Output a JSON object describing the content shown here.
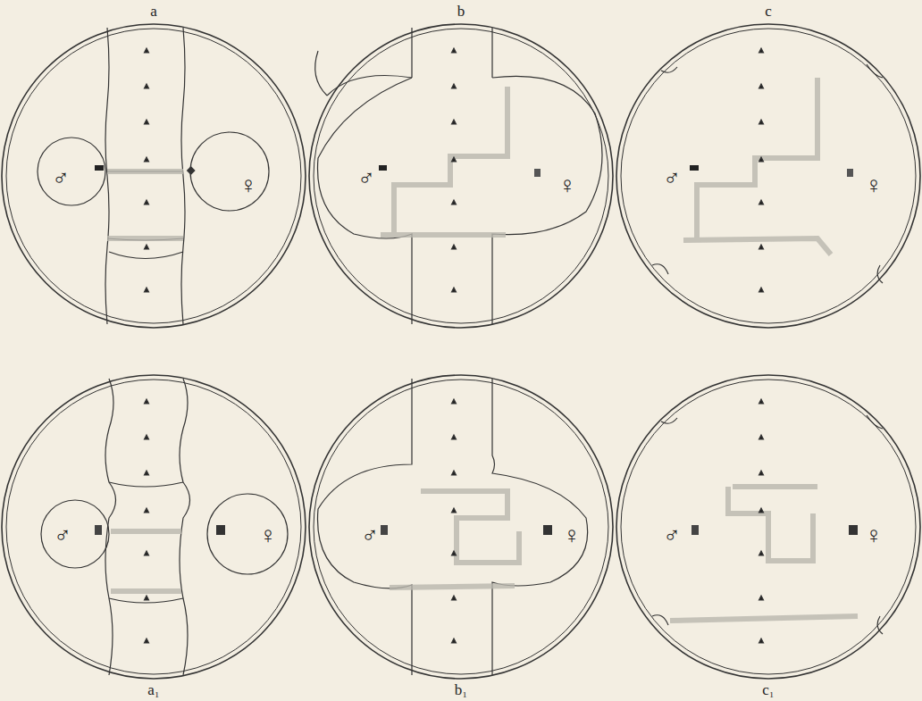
{
  "diagram": {
    "labels": [
      "a",
      "b",
      "c",
      "♂",
      "♀",
      "♂",
      "♀",
      "♂",
      "♀",
      "♂",
      "♀",
      "♂",
      "♀",
      "♂",
      "♀",
      "a₁",
      "b₁",
      "c₁"
    ]
  }
}
